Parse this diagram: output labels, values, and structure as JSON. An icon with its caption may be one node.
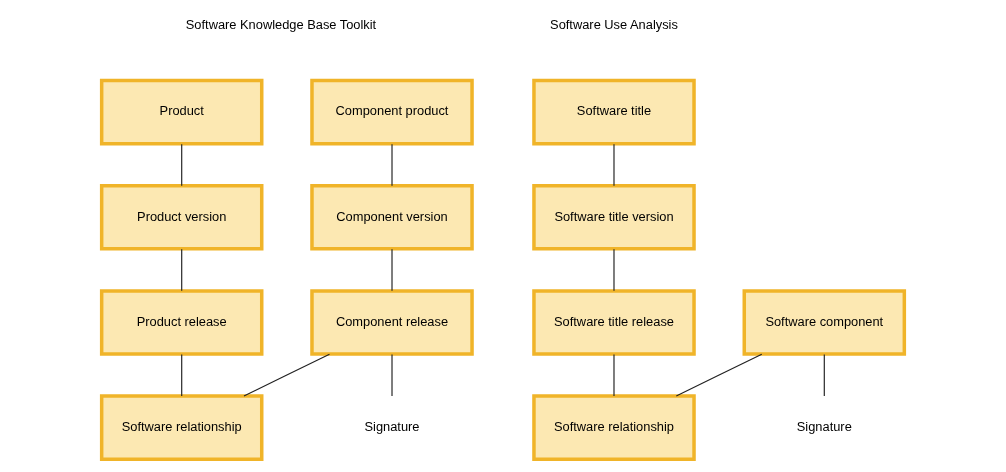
{
  "diagram": {
    "nodes": [
      {
        "text": [
          "Product"
        ]
      },
      {
        "text": [
          "Component product"
        ]
      },
      {
        "text": [
          "Product version"
        ]
      },
      {
        "text": [
          "Component version"
        ]
      },
      {
        "text": [
          "Product release"
        ]
      },
      {
        "text": [
          "Component release"
        ]
      },
      {
        "text": [
          "Software relationship"
        ]
      },
      {
        "text": [
          "Signature"
        ]
      },
      {
        "text": [
          "Software title"
        ]
      },
      {
        "text": [
          "Software title version"
        ]
      },
      {
        "text": [
          "Software title release"
        ]
      },
      {
        "text": [
          "Software component"
        ]
      },
      {
        "text": [
          "Software relationship"
        ]
      },
      {
        "text": [
          "Signature"
        ]
      }
    ],
    "edges": [
      {
        "from": 0,
        "to": 2,
        "arrow": "none"
      },
      {
        "from": 2,
        "to": 4,
        "arrow": "none"
      },
      {
        "from": 1,
        "to": 3,
        "arrow": "none"
      },
      {
        "from": 3,
        "to": 5,
        "arrow": "none"
      },
      {
        "from": 4,
        "to": 6,
        "arrow": "none"
      },
      {
        "from": 5,
        "to": 6,
        "arrow": "none"
      },
      {
        "from": 5,
        "to": 7,
        "arrow": "none"
      },
      {
        "from": 8,
        "to": 9,
        "arrow": "none"
      },
      {
        "from": 9,
        "to": 10,
        "arrow": "none"
      },
      {
        "from": 10,
        "to": 12,
        "arrow": "none"
      },
      {
        "from": 11,
        "to": 12,
        "arrow": "none"
      },
      {
        "from": 11,
        "to": 13,
        "arrow": "none"
      }
    ],
    "labels": [
      "Software Knowledge Base Toolkit",
      "Software Use Analysis"
    ]
  }
}
